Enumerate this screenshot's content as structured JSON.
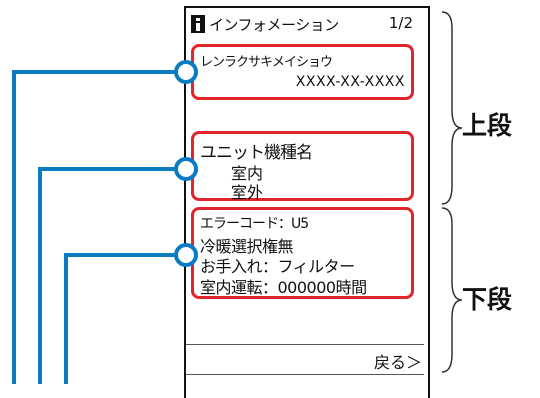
{
  "screen": {
    "header_title": "インフォメーション",
    "page_indicator": "1/2",
    "section1": {
      "label": "レンラクサキメイショウ",
      "value": "XXXX-XX-XXXX"
    },
    "section2": {
      "label": "ユニット機種名",
      "indoor": "室内",
      "outdoor": "室外"
    },
    "section3": {
      "error_code": "エラーコード：U5",
      "mode_selection": "冷暖選択権無",
      "maintenance": "お手入れ：フィルター",
      "indoor_runtime": "室内運転：000000時間"
    },
    "back_button": "戻る＞"
  },
  "tiers": {
    "upper": "上段",
    "lower": "下段"
  },
  "colors": {
    "highlight_frame": "#e0262b",
    "leader_line": "#0a7cc1",
    "text": "#111111"
  },
  "icons": [
    "info-icon"
  ]
}
